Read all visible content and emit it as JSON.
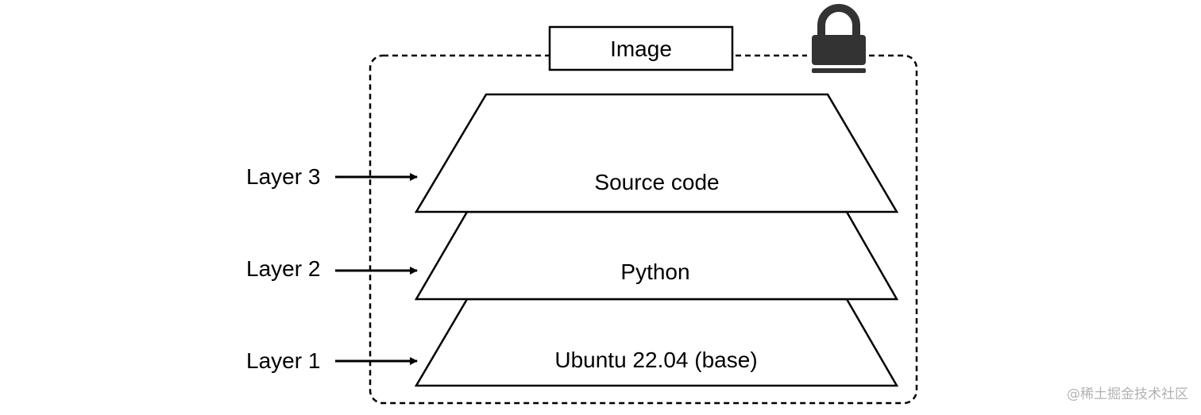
{
  "container": {
    "title": "Image",
    "border_style": "dashed",
    "locked": true,
    "lock_icon": "padlock-icon"
  },
  "layers": [
    {
      "label": "Layer 3",
      "content": "Source code"
    },
    {
      "label": "Layer 2",
      "content": "Python"
    },
    {
      "label": "Layer 1",
      "content": "Ubuntu 22.04 (base)"
    }
  ],
  "watermark": "@稀土掘金技术社区",
  "colors": {
    "stroke": "#000000",
    "lock": "#333333",
    "watermark": "#b3b3b3"
  }
}
